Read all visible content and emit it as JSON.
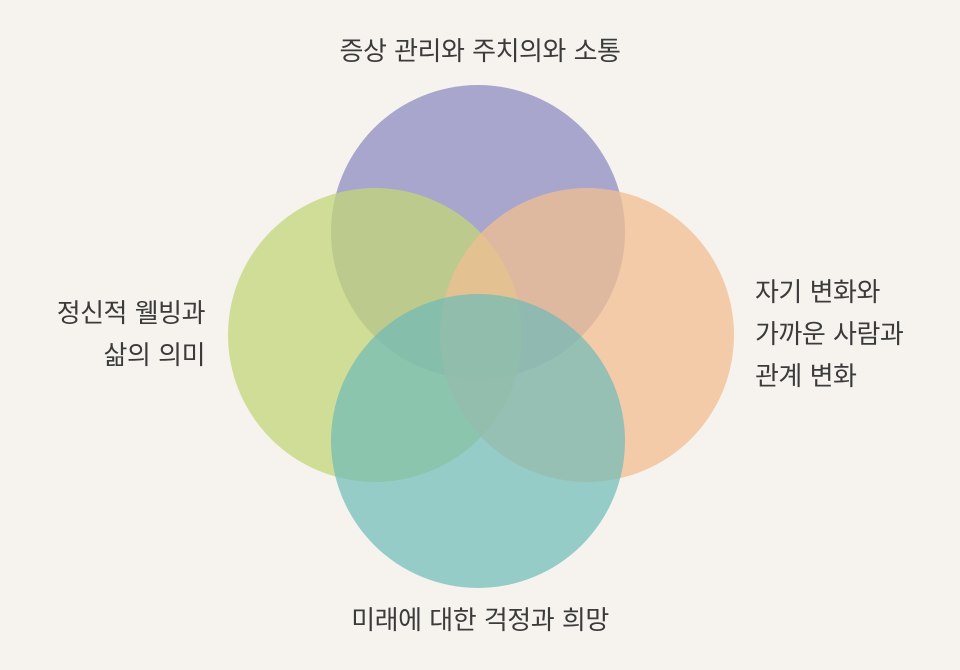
{
  "diagram": {
    "type": "venn",
    "sets": [
      {
        "id": "top",
        "color": "#8e8cc0",
        "opacity": 0.75
      },
      {
        "id": "left",
        "color": "#c3d67a",
        "opacity": 0.75
      },
      {
        "id": "right",
        "color": "#f2bd92",
        "opacity": 0.75
      },
      {
        "id": "bottom",
        "color": "#6ebbb8",
        "opacity": 0.7
      }
    ]
  },
  "labels": {
    "top": {
      "lines": [
        "증상 관리와 주치의와 소통"
      ]
    },
    "left": {
      "lines": [
        "정신적 웰빙과",
        "삶의 의미"
      ]
    },
    "right": {
      "lines": [
        "자기 변화와",
        "가까운 사람과",
        "관계 변화"
      ]
    },
    "bottom": {
      "lines": [
        "미래에 대한 걱정과 희망"
      ]
    }
  }
}
